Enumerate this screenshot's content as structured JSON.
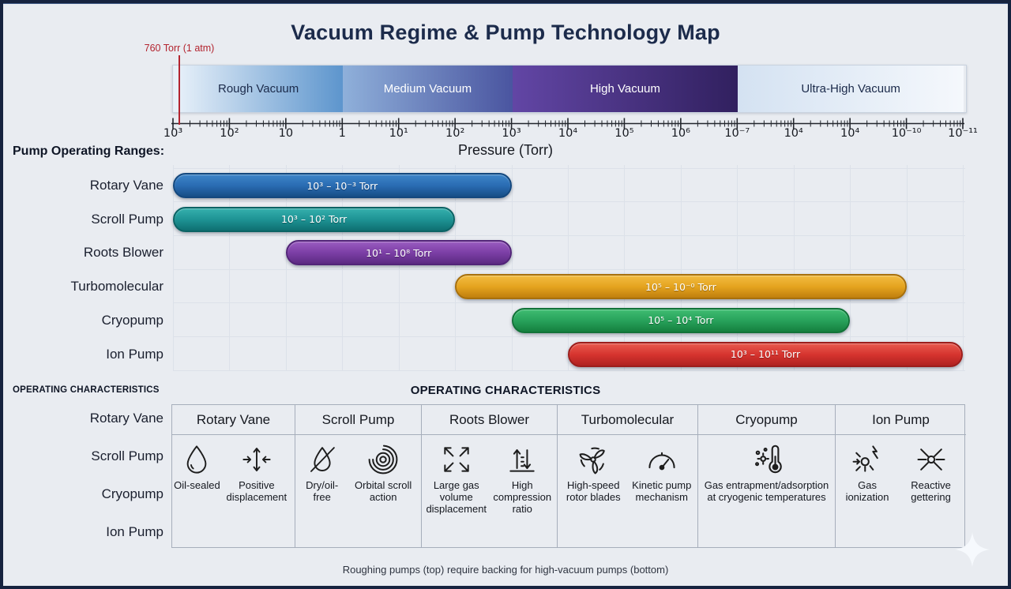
{
  "title": "Vacuum Regime & Pump Technology Map",
  "annotation_760": "760 Torr (1 atm)",
  "headings": {
    "pump_ranges": "Pump Operating Ranges:",
    "characteristics_side": "OPERATING CHARACTERISTICS",
    "characteristics_center": "OPERATING CHARACTERISTICS"
  },
  "note": "Roughing pumps (top) require backing for high-vacuum pumps (bottom)",
  "chart_data": {
    "type": "bar",
    "orientation": "horizontal-range",
    "title": "Vacuum Regime & Pump Technology Map",
    "xlabel": "Pressure (Torr)",
    "x_scale": "log, pressure decreasing left to right",
    "x_tick_labels": [
      "10³",
      "10²",
      "10",
      "1",
      "10¹",
      "10²",
      "10³",
      "10⁴",
      "10⁵",
      "10⁶",
      "10⁻⁷",
      "10⁴",
      "10⁴",
      "10⁻¹⁰",
      "10⁻¹¹"
    ],
    "annotation": {
      "label": "760 Torr (1 atm)",
      "color": "#b3242f"
    },
    "regimes": [
      {
        "label": "Rough Vacuum",
        "from_tick": 0,
        "to_tick": 3,
        "gradient": [
          "#eaf2fa",
          "#5d95cd"
        ],
        "text_color": "#1b2a4a"
      },
      {
        "label": "Medium Vacuum",
        "from_tick": 3,
        "to_tick": 6,
        "gradient": [
          "#8fb0da",
          "#4a55a0"
        ],
        "text_color": "#ffffff"
      },
      {
        "label": "High Vacuum",
        "from_tick": 6,
        "to_tick": 10,
        "gradient": [
          "#6246a5",
          "#31205f"
        ],
        "text_color": "#ffffff"
      },
      {
        "label": "Ultra-High Vacuum",
        "from_tick": 10,
        "to_tick": 14,
        "gradient": [
          "#d4e2f2",
          "#f5f8fc"
        ],
        "text_color": "#1b2a4a"
      }
    ],
    "series": [
      {
        "name": "Rotary Vane",
        "range_label": "10³ – 10⁻³ Torr",
        "from_tick": 0,
        "to_tick": 6,
        "gradient": [
          "#3d85c8",
          "#2a6cb3",
          "#174e86"
        ],
        "border": "#14487e"
      },
      {
        "name": "Scroll Pump",
        "range_label": "10³ – 10² Torr",
        "from_tick": 0,
        "to_tick": 5,
        "gradient": [
          "#35b0ad",
          "#1e9394",
          "#0e6f71"
        ],
        "border": "#0c6365"
      },
      {
        "name": "Roots Blower",
        "range_label": "10¹ – 10⁸ Torr",
        "from_tick": 2,
        "to_tick": 6,
        "gradient": [
          "#9a5cc0",
          "#7c3fa6",
          "#5c2a82"
        ],
        "border": "#522478"
      },
      {
        "name": "Turbomolecular",
        "range_label": "10⁵ – 10⁻⁰ Torr",
        "from_tick": 5,
        "to_tick": 13,
        "gradient": [
          "#f2bc42",
          "#e5a41f",
          "#c07f0e"
        ],
        "border": "#a8700c"
      },
      {
        "name": "Cryopump",
        "range_label": "10⁵ – 10⁴ Torr",
        "from_tick": 6,
        "to_tick": 12,
        "gradient": [
          "#3fbd72",
          "#28a25b",
          "#15803f"
        ],
        "border": "#127339"
      },
      {
        "name": "Ion Pump",
        "range_label": "10³ – 10¹¹ Torr",
        "from_tick": 7,
        "to_tick": 14,
        "gradient": [
          "#e85a4e",
          "#d6342f",
          "#b02220"
        ],
        "border": "#9c1e1c"
      }
    ]
  },
  "characteristics_table": {
    "row_labels": [
      "Rotary Vane",
      "Scroll Pump",
      "Cryopump",
      "Ion Pump"
    ],
    "columns": [
      {
        "header": "Rotary Vane",
        "items": [
          {
            "icon": "droplet-icon",
            "label": "Oil-sealed"
          },
          {
            "icon": "positive-displacement-icon",
            "label": "Positive displacement"
          }
        ]
      },
      {
        "header": "Scroll Pump",
        "items": [
          {
            "icon": "droplet-slash-icon",
            "label": "Dry/oil-free"
          },
          {
            "icon": "orbital-scroll-icon",
            "label": "Orbital scroll action"
          }
        ]
      },
      {
        "header": "Roots Blower",
        "items": [
          {
            "icon": "expand-arrows-icon",
            "label": "Large gas volume displacement"
          },
          {
            "icon": "compression-ratio-icon",
            "label": "High compression ratio"
          }
        ]
      },
      {
        "header": "Turbomolecular",
        "items": [
          {
            "icon": "rotor-blades-icon",
            "label": "High-speed rotor blades"
          },
          {
            "icon": "gauge-icon",
            "label": "Kinetic pump mechanism"
          }
        ]
      },
      {
        "header": "Cryopump",
        "items": [
          {
            "icon": "cryo-thermometer-icon",
            "label": "Gas entrapment/adsorption at cryogenic temperatures"
          }
        ]
      },
      {
        "header": "Ion Pump",
        "items": [
          {
            "icon": "gas-ionization-icon",
            "label": "Gas ionization"
          },
          {
            "icon": "reactive-gettering-icon",
            "label": "Reactive gettering"
          }
        ]
      }
    ]
  }
}
